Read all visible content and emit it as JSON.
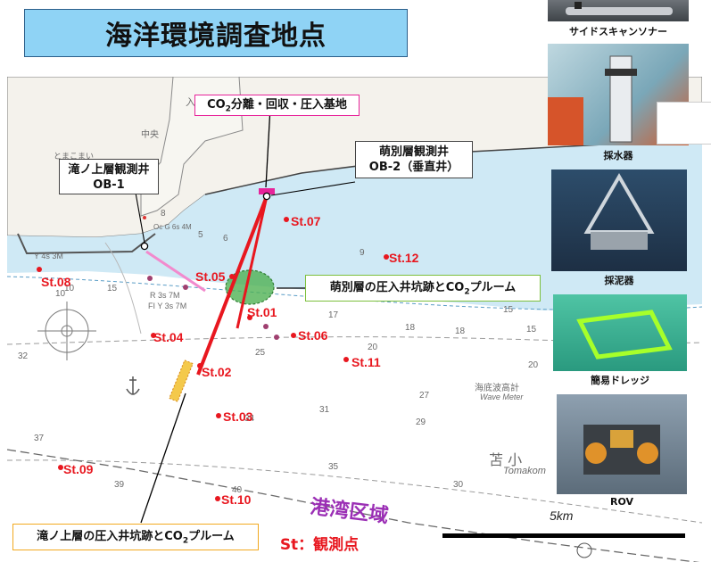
{
  "title": "海洋環境調査地点",
  "callouts": {
    "base": {
      "main": "CO",
      "sub": "2",
      "rest": "分離・回収・圧入基地"
    },
    "takinoue_well": {
      "line1": "滝ノ上層観測井",
      "line2": "OB-1"
    },
    "moebetsu_well": {
      "line1": "萌別層観測井",
      "line2": "OB-2（垂直井）"
    },
    "moebetsu_plume": {
      "main": "萌別層の圧入井坑跡とCO",
      "sub": "2",
      "rest": "プルーム"
    },
    "takinoue_plume": {
      "main": "滝ノ上層の圧入井坑跡とCO",
      "sub": "2",
      "rest": "プルーム"
    }
  },
  "stations": [
    {
      "id": "St.01"
    },
    {
      "id": "St.02"
    },
    {
      "id": "St.03"
    },
    {
      "id": "St.04"
    },
    {
      "id": "St.05"
    },
    {
      "id": "St.06"
    },
    {
      "id": "St.07"
    },
    {
      "id": "St.08"
    },
    {
      "id": "St.09"
    },
    {
      "id": "St.10"
    },
    {
      "id": "St.11"
    },
    {
      "id": "St.12"
    }
  ],
  "port_area": "港湾区域",
  "legend": "St：観測点",
  "scale": "5km",
  "equipment": [
    {
      "name": "サイドスキャンソナー"
    },
    {
      "name": "採水器"
    },
    {
      "name": "採泥器"
    },
    {
      "name": "簡易ドレッジ"
    },
    {
      "name": "ROV"
    }
  ],
  "map_text": {
    "wave_meter": "海底波高計",
    "wave_meter_en": "Wave Meter",
    "tomakomai_kanji": "苫 小",
    "tomakomai_en": "Tomakom",
    "tomakomai_kana": "とまこまい",
    "irifune": "入船",
    "chuo": "中央",
    "light1": "R 3s 7M",
    "light2": "FI Y 3s 7M",
    "light3": "Y 4s 3M",
    "light4": "Oc G 6s 4M",
    "depths": [
      "8",
      "5",
      "6",
      "9",
      "10",
      "15",
      "17",
      "18",
      "18",
      "15",
      "20",
      "20",
      "27",
      "29",
      "31",
      "34",
      "35",
      "30",
      "32",
      "37",
      "39",
      "40",
      "10",
      "15",
      "25"
    ]
  },
  "colors": {
    "station": "#e8171f",
    "water_shallow": "#cfe9f5",
    "water_deep": "#ffffff",
    "callout_magenta": "#e7239a",
    "callout_green": "#7cbf3c",
    "callout_orange": "#f2a91f",
    "plume": "#4caf50",
    "port_area": "#9b2fb5"
  }
}
